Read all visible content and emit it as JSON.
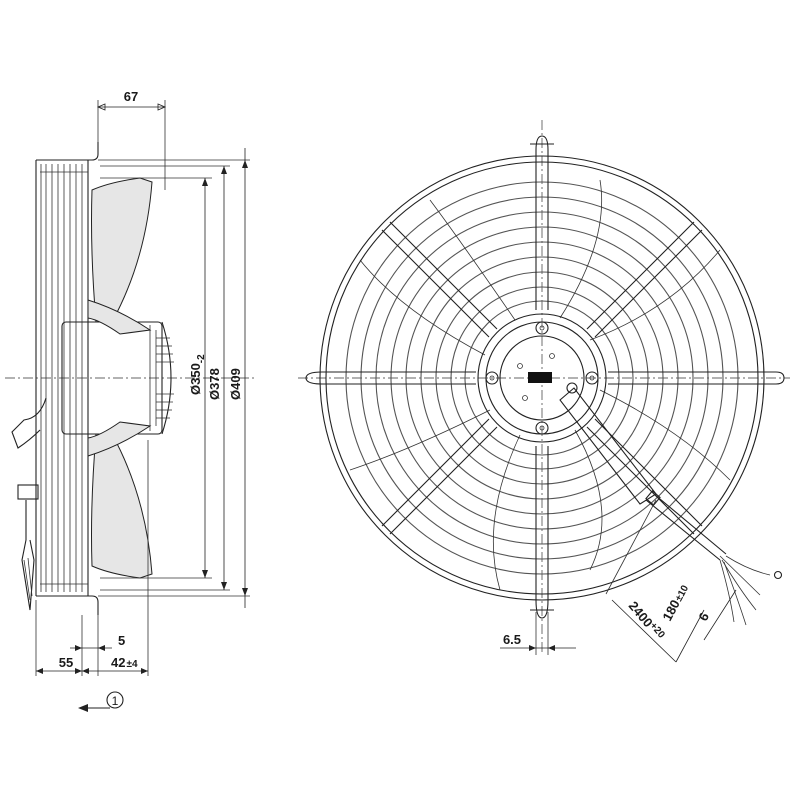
{
  "dimensions": {
    "depth_total": "67",
    "dia_inner": "Ø350",
    "dia_inner_tol": "-2",
    "dia_guard": "Ø378",
    "dia_outer": "Ø409",
    "flange": "5",
    "motor_offset": "55",
    "depth_motor": "42",
    "depth_motor_tol": "±4",
    "wire_dia": "6.5",
    "cable_length": "2400",
    "cable_length_tol": "+20",
    "lead_length": "180",
    "lead_length_tol": "±10",
    "strip_length": "6"
  },
  "airflow_marker": "1"
}
